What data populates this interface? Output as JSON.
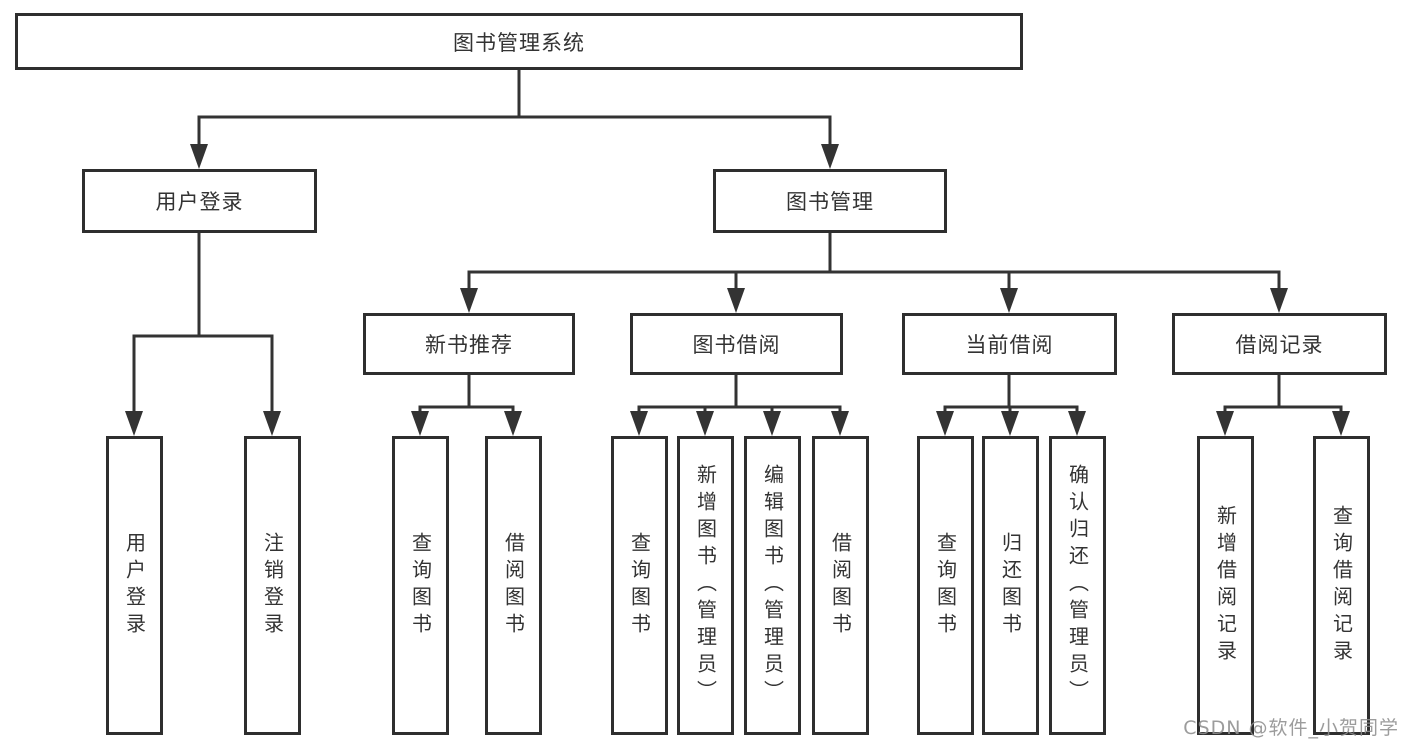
{
  "diagram": {
    "root": {
      "label": "图书管理系统"
    },
    "branches": [
      {
        "label": "用户登录",
        "leaves": [
          {
            "label": "用户登录"
          },
          {
            "label": "注销登录"
          }
        ]
      },
      {
        "label": "图书管理",
        "groups": [
          {
            "label": "新书推荐",
            "leaves": [
              {
                "label": "查询图书"
              },
              {
                "label": "借阅图书"
              }
            ]
          },
          {
            "label": "图书借阅",
            "leaves": [
              {
                "label": "查询图书"
              },
              {
                "label": "新增图书（管理员）"
              },
              {
                "label": "编辑图书（管理员）"
              },
              {
                "label": "借阅图书"
              }
            ]
          },
          {
            "label": "当前借阅",
            "leaves": [
              {
                "label": "查询图书"
              },
              {
                "label": "归还图书"
              },
              {
                "label": "确认归还（管理员）"
              }
            ]
          },
          {
            "label": "借阅记录",
            "leaves": [
              {
                "label": "新增借阅记录"
              },
              {
                "label": "查询借阅记录"
              }
            ]
          }
        ]
      }
    ]
  },
  "watermark": {
    "text": "CSDN @软件_小贺同学"
  },
  "colors": {
    "line": "#333333",
    "box_border": "#2e2e2e",
    "box_background": "#ffffff",
    "text": "#333333",
    "watermark": "#8f8f8f"
  }
}
